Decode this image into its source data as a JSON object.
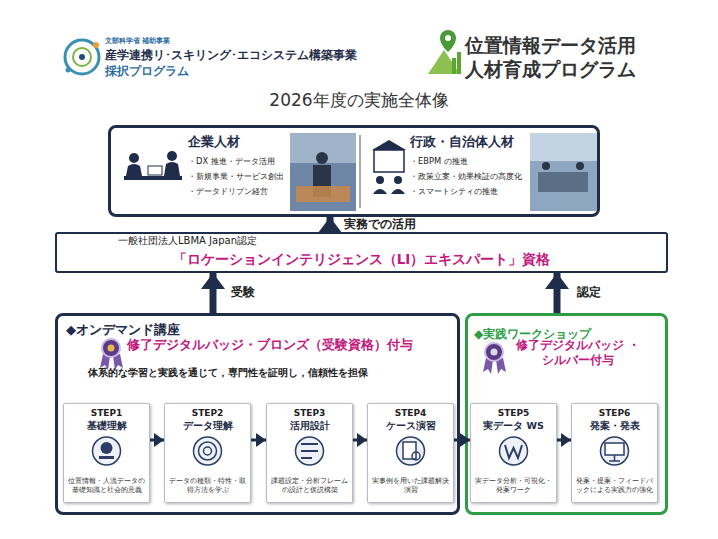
{
  "diagram": {
    "title": "2026年度の実施全体像",
    "nodes": [
      {
        "text": [
          "企業人材",
          "・DX 推進・データ活用",
          "・新規事業・サービス創出",
          "・データドリブン経営",
          "行政・自治体人材",
          "・EBPM の推進",
          "・政策立案・効果検証の高度化",
          "・スマートシティの推進"
        ]
      },
      {
        "text": [
          "一般社団法人LBMA Japan認定",
          "「ロケーションインテリジェンス（LI）エキスパート」資格"
        ]
      },
      {
        "text": [
          "◆オンデマンド講座",
          "修了デジタルバッジ・ブロンズ（受験資格）付与",
          "体系的な学習と実践を通じて，専門性を証明し，信頼性を担保"
        ]
      },
      {
        "text": [
          "STEP1",
          "基礎理解",
          "位置情報・人流データの基礎知識と社会的意義"
        ],
        "in": 2
      },
      {
        "text": [
          "STEP2",
          "データ理解",
          "データの種類・特性・取得方法を学ぶ"
        ],
        "in": 2
      },
      {
        "text": [
          "STEP3",
          "活用設計",
          "課題設定・分析フレームの設計と仮説構築"
        ],
        "in": 2
      },
      {
        "text": [
          "STEP4",
          "ケース演習",
          "実事例を用いた課題解決演習"
        ],
        "in": 2
      },
      {
        "text": [
          "◆実践ワークショップ",
          "修了デジタルバッジ ・シルバー付与"
        ]
      },
      {
        "text": [
          "STEP5",
          "実データ WS",
          "実データ分析・可視化・発案ワーク"
        ],
        "in": 7
      },
      {
        "text": [
          "STEP6",
          "発案・発表",
          "発案・提案・フィードバックによる実践力の強化"
        ],
        "in": 7
      }
    ],
    "edges": [
      {
        "from": 1,
        "to": 0,
        "arrow": "to",
        "label": "実務での活用"
      },
      {
        "from": 2,
        "to": 1,
        "arrow": "to",
        "label": "受験"
      },
      {
        "from": 7,
        "to": 1,
        "arrow": "to",
        "label": "認定"
      },
      {
        "from": 3,
        "to": 4,
        "arrow": "to"
      },
      {
        "from": 4,
        "to": 5,
        "arrow": "to"
      },
      {
        "from": 5,
        "to": 6,
        "arrow": "to"
      },
      {
        "from": 6,
        "to": 8,
        "arrow": "to"
      },
      {
        "from": 8,
        "to": 9,
        "arrow": "to"
      }
    ],
    "labels": [
      "文部科学省 補助事業",
      "産学連携リ･スキリング･エコシステム構築事業",
      "採択プログラム",
      "位置情報データ活用",
      "人材育成プログラム"
    ]
  }
}
